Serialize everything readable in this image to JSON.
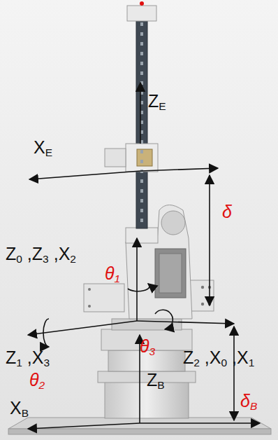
{
  "diagram": {
    "labels": [
      "ZE",
      "XE",
      "δ",
      "Z0 ,Z3 ,X2",
      "θ1",
      "Z1 ,X3",
      "θ2",
      "θ3",
      "Z2 ,X0 ,X1",
      "ZB",
      "δB",
      "XB"
    ]
  }
}
